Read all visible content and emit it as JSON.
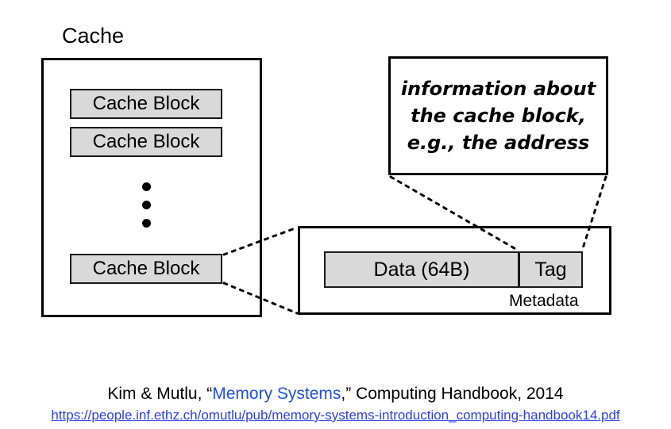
{
  "diagram": {
    "cache": {
      "title": "Cache",
      "blocks": [
        {
          "label": "Cache Block"
        },
        {
          "label": "Cache Block"
        },
        {
          "label": "Cache Block"
        }
      ],
      "ellipsis": "vertical-three-dots"
    },
    "callout": {
      "text": "information about the cache block, e.g., the address"
    },
    "block_detail": {
      "data_label": "Data (64B)",
      "tag_label": "Tag",
      "metadata_label": "Metadata"
    },
    "colors": {
      "block_fill": "#d9d9d9",
      "outline": "#000000",
      "link": "#2a3ff0"
    }
  },
  "caption": {
    "prefix": "Kim & Mutlu, “",
    "link_text": "Memory Systems",
    "suffix": ",” Computing Handbook, 2014",
    "url": "https://people.inf.ethz.ch/omutlu/pub/memory-systems-introduction_computing-handbook14.pdf"
  }
}
